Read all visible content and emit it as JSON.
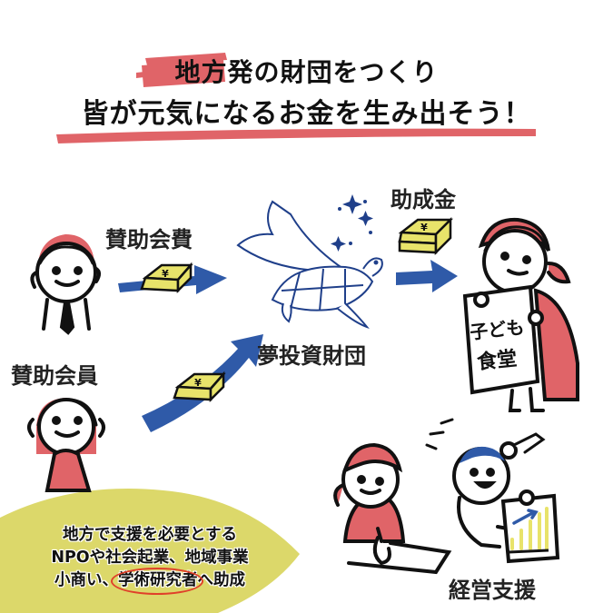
{
  "headline": {
    "line1_highlight": "地方発",
    "line1_rest": "の財団をつくり",
    "line2": "皆が元気になるお金を生み出そう！"
  },
  "flow": {
    "membership_fee_label": "賛助会費",
    "supporting_member_label": "賛助会員",
    "foundation_label": "夢投資財団",
    "grant_label": "助成金",
    "management_support_label": "経営支援",
    "money_symbol": "¥",
    "sign_text": [
      "子ども",
      "食堂"
    ]
  },
  "note": {
    "line1": "地方で支援を必要とする",
    "line2": "NPOや社会起業、地域事業",
    "line3_before": "小商い、",
    "line3_circled": "学術研究者",
    "line3_after": "へ助成"
  },
  "colors": {
    "accent_red": "#e06468",
    "arrow_blue": "#2f5aa8",
    "money_yellow": "#e8e36a",
    "note_blob": "#dcd86a",
    "outline_navy": "#1f3f8a",
    "circle_red": "#e0402a"
  }
}
